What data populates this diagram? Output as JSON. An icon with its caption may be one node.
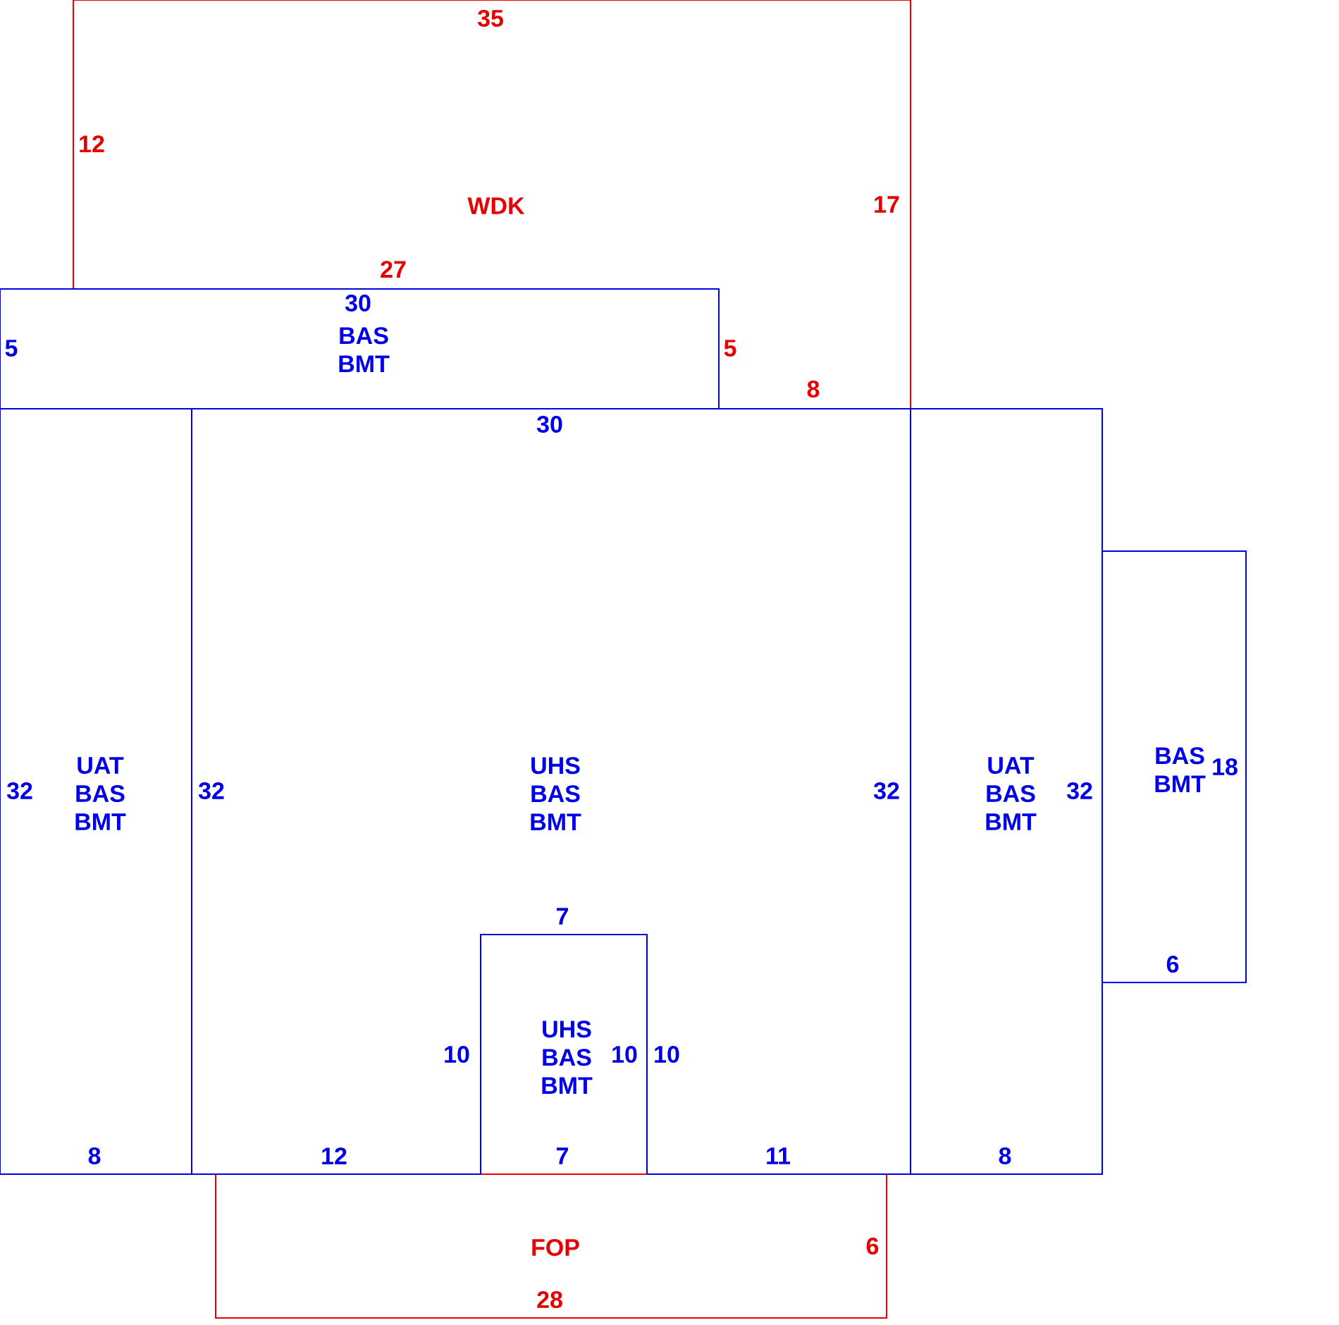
{
  "diagram": {
    "nodes": [
      {
        "text": [
          "WDK"
        ]
      },
      {
        "text": [
          "BAS",
          "BMT"
        ]
      },
      {
        "text": [
          "UAT",
          "BAS",
          "BMT"
        ]
      },
      {
        "text": [
          "UHS",
          "BAS",
          "BMT"
        ]
      },
      {
        "text": [
          "UHS",
          "BAS",
          "BMT"
        ],
        "in": 3
      },
      {
        "text": [
          "UAT",
          "BAS",
          "BMT"
        ]
      },
      {
        "text": [
          "BAS",
          "BMT"
        ]
      },
      {
        "text": [
          "FOP"
        ]
      }
    ],
    "labels": [
      "35",
      "12",
      "17",
      "27",
      "30",
      "5",
      "5",
      "8",
      "30",
      "32",
      "32",
      "32",
      "32",
      "18",
      "7",
      "6",
      "10",
      "10",
      "10",
      "8",
      "12",
      "7",
      "11",
      "8",
      "6",
      "28"
    ]
  }
}
